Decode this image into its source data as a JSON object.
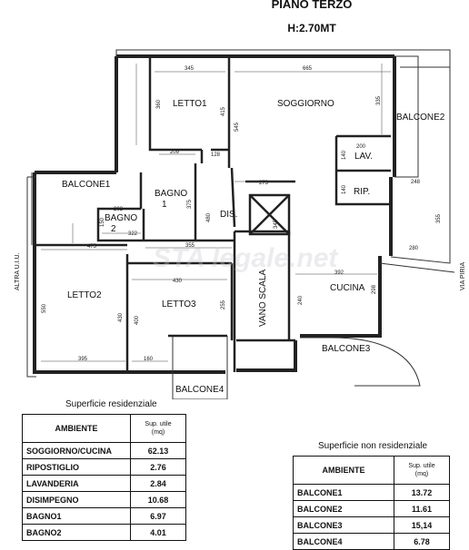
{
  "header": {
    "title": "PIANO TERZO",
    "height": "H:2.70MT"
  },
  "side_labels": {
    "left": "ALTRA U.I.U.",
    "right": "VIA PIRIA"
  },
  "watermark": "STA legale.net",
  "rooms": {
    "letto1": "LETTO1",
    "soggiorno": "SOGGIORNO",
    "balcone2": "BALCONE2",
    "lav": "LAV.",
    "rip": "RIP.",
    "balcone1": "BALCONE1",
    "bagno1_a": "BAGNO",
    "bagno1_b": "1",
    "bagno2_a": "BAGNO",
    "bagno2_b": "2",
    "dis": "DIS.",
    "letto2": "LETTO2",
    "letto3": "LETTO3",
    "vano_scala": "VANO SCALA",
    "cucina": "CUCINA",
    "balcone3": "BALCONE3",
    "balcone4": "BALCONE4"
  },
  "dimensions": {
    "d345": "345",
    "d665": "665",
    "d360": "360",
    "d415": "415",
    "d545": "545",
    "d335": "335",
    "d209": "209",
    "d128": "128",
    "d200": "200",
    "d140a": "140",
    "d273": "273",
    "d248": "248",
    "d140b": "140",
    "d202": "202",
    "d150": "150",
    "d322": "322",
    "d375": "375",
    "d480": "480",
    "d345b": "345",
    "d355": "355",
    "d475": "475",
    "d280": "280",
    "d392": "392",
    "d550": "550",
    "d430a": "430",
    "d430b": "430",
    "d400": "400",
    "d255": "255",
    "d240": "240",
    "d298": "298",
    "d395": "395",
    "d160": "160"
  },
  "residential": {
    "title": "Superficie residenziale",
    "col_ambiente": "AMBIENTE",
    "col_sup_1": "Sup. utile",
    "col_sup_2": "(mq)",
    "rows": [
      {
        "name": "SOGGIORNO/CUCINA",
        "value": "62.13"
      },
      {
        "name": "RIPOSTIGLIO",
        "value": "2.76"
      },
      {
        "name": "LAVANDERIA",
        "value": "2.84"
      },
      {
        "name": "DISIMPEGNO",
        "value": "10.68"
      },
      {
        "name": "BAGNO1",
        "value": "6.97"
      },
      {
        "name": "BAGNO2",
        "value": "4.01"
      }
    ]
  },
  "non_residential": {
    "title": "Superficie non residenziale",
    "col_ambiente": "AMBIENTE",
    "col_sup_1": "Sup. utile",
    "col_sup_2": "(mq)",
    "rows": [
      {
        "name": "BALCONE1",
        "value": "13.72"
      },
      {
        "name": "BALCONE2",
        "value": "11.61"
      },
      {
        "name": "BALCONE3",
        "value": "15,14"
      },
      {
        "name": "BALCONE4",
        "value": "6.78"
      }
    ]
  }
}
